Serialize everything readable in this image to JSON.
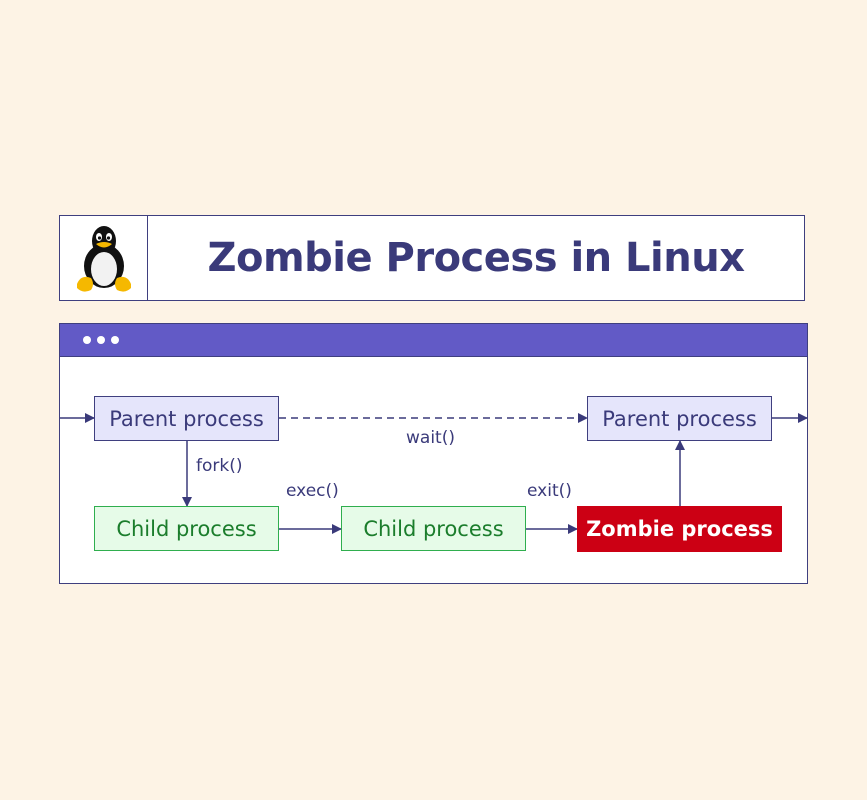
{
  "header": {
    "title": "Zombie Process in Linux",
    "logo_icon": "tux-penguin-icon"
  },
  "window": {
    "titlebar_dots": 3,
    "dot_icon": "window-dots-icon"
  },
  "diagram": {
    "nodes": {
      "parent_start": "Parent process",
      "parent_end": "Parent process",
      "child_forked": "Child process",
      "child_exec": "Child process",
      "zombie": "Zombie process"
    },
    "edges": {
      "fork": "fork()",
      "exec": "exec()",
      "exit": "exit()",
      "wait": "wait()"
    }
  },
  "colors": {
    "background": "#fdf3e5",
    "accent": "#625ac6",
    "border": "#3f3f7f",
    "text": "#3a3a7a",
    "parent_fill": "#e5e5fb",
    "child_fill": "#e6fbe8",
    "child_border": "#2fae4e",
    "child_text": "#1b7d2c",
    "zombie_fill": "#cc0014"
  }
}
